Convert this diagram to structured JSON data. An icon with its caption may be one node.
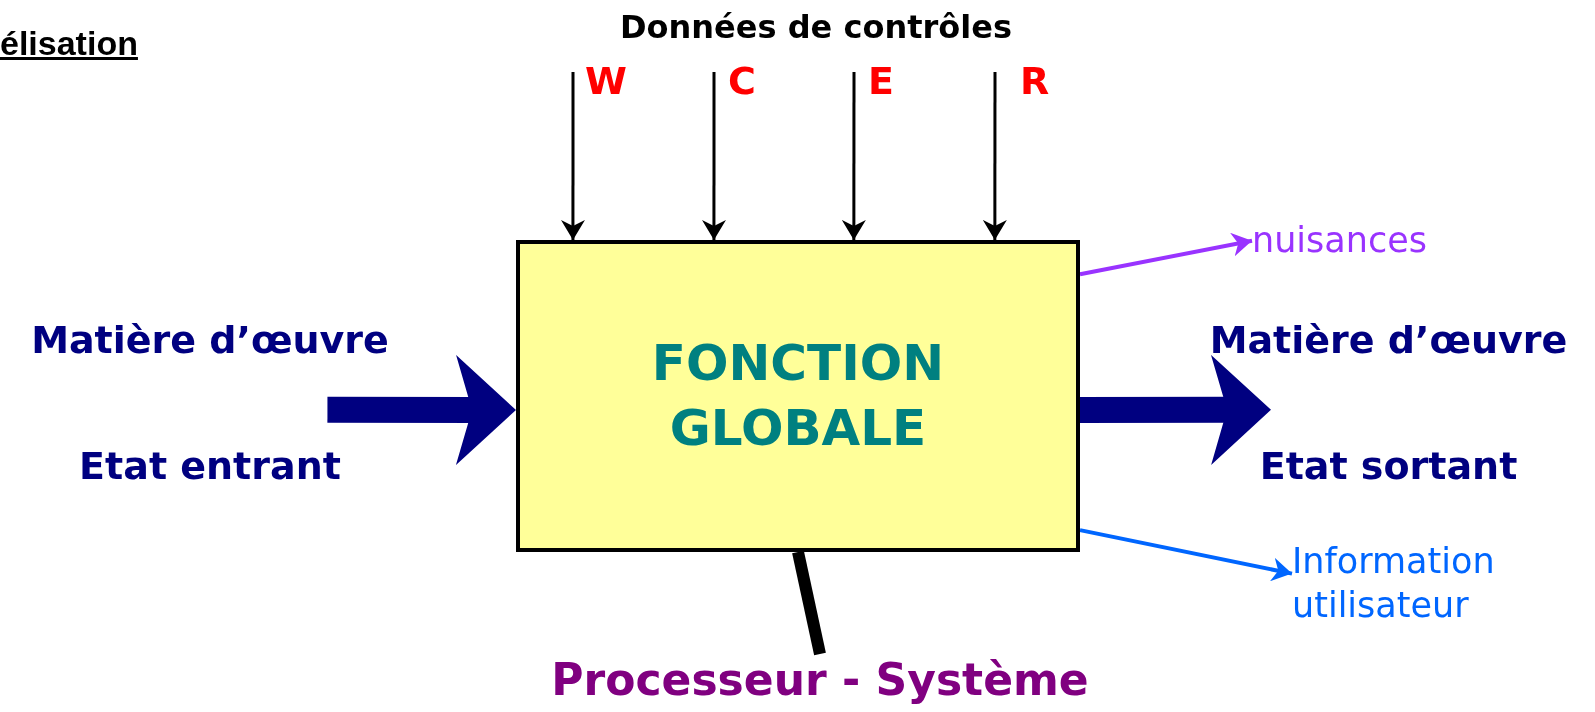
{
  "diagram": {
    "nodes": [
      {
        "text": [
          "FONCTION GLOBALE"
        ]
      },
      {
        "text": [
          "Matière d’œuvre",
          "Etat entrant"
        ]
      },
      {
        "text": [
          "Matière d’œuvre",
          "Etat sortant"
        ]
      },
      {
        "text": [
          "nuisances"
        ]
      },
      {
        "text": [
          "Information utilisateur"
        ]
      },
      {
        "text": [
          "Processeur - Système"
        ]
      }
    ],
    "edges": [
      {
        "from": 1,
        "to": 0,
        "arrow": "to",
        "style": "thick",
        "color": "#000080"
      },
      {
        "from": 0,
        "to": 2,
        "arrow": "to",
        "style": "thick",
        "color": "#000080"
      },
      {
        "from": null,
        "to": 0,
        "arrow": "to",
        "label": "W"
      },
      {
        "from": null,
        "to": 0,
        "arrow": "to",
        "label": "C"
      },
      {
        "from": null,
        "to": 0,
        "arrow": "to",
        "label": "E"
      },
      {
        "from": null,
        "to": 0,
        "arrow": "to",
        "label": "R"
      },
      {
        "from": 0,
        "to": 3,
        "arrow": "to",
        "color": "#9933ff"
      },
      {
        "from": 0,
        "to": 4,
        "arrow": "to",
        "color": "#0066ff"
      },
      {
        "from": 0,
        "to": 5,
        "arrow": "none",
        "style": "thick"
      }
    ],
    "labels": [
      "élisation",
      "Données de contrôles"
    ]
  }
}
